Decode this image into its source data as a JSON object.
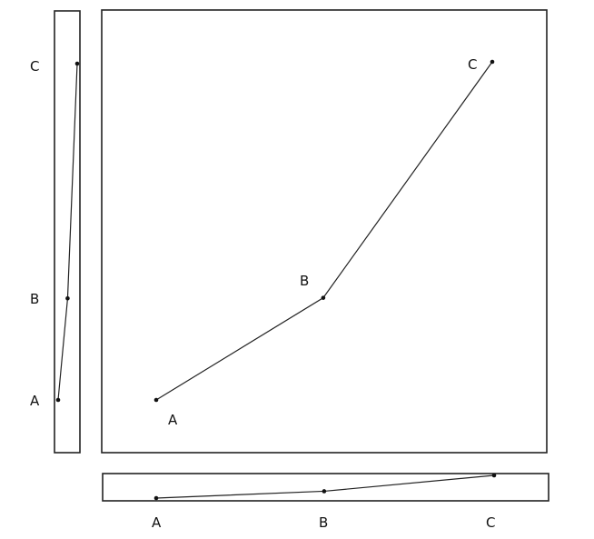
{
  "points": [
    {
      "label": "A",
      "x": 0,
      "y": 0
    },
    {
      "label": "B",
      "x": 0.497,
      "y": 0.302
    },
    {
      "label": "C",
      "x": 1,
      "y": 1
    }
  ],
  "main_panel": {
    "labels": {
      "A": "A",
      "B": "B",
      "C": "C"
    }
  },
  "left_panel": {
    "labels": {
      "A": "A",
      "B": "B",
      "C": "C"
    }
  },
  "bottom_panel": {
    "labels": {
      "A": "A",
      "B": "B",
      "C": "C"
    }
  }
}
